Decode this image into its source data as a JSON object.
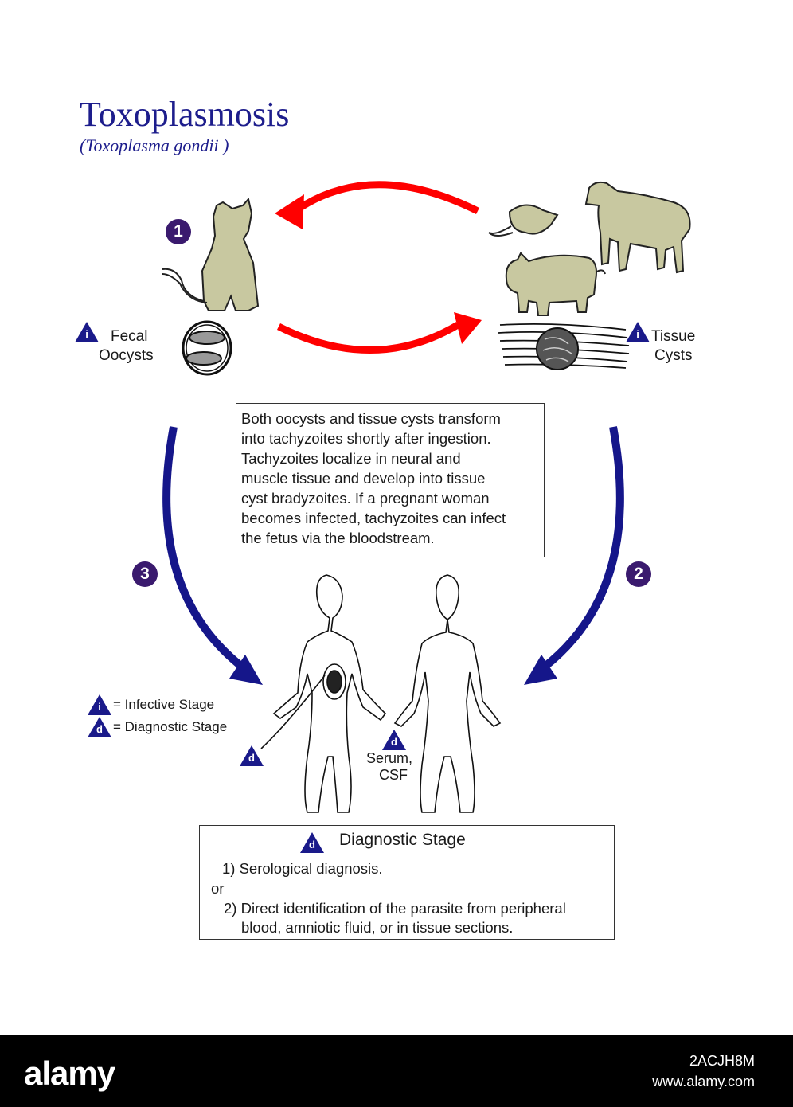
{
  "title": "Toxoplasmosis",
  "subtitle": "(Toxoplasma gondii )",
  "stages": {
    "one": "1",
    "two": "2",
    "three": "3"
  },
  "symbols": {
    "infective": "i",
    "diagnostic": "d"
  },
  "labels": {
    "fecal_oocysts": [
      "Fecal",
      "Oocysts"
    ],
    "tissue_cysts": [
      "Tissue",
      "Cysts"
    ],
    "serum_csf": [
      "Serum,",
      "CSF"
    ]
  },
  "info_text": [
    "Both oocysts and tissue cysts transform",
    "into tachyzoites shortly after ingestion.",
    "Tachyzoites localize in neural and",
    "muscle tissue and develop into tissue",
    "cyst bradyzoites. If a pregnant woman",
    "becomes infected, tachyzoites can infect",
    "the fetus via the bloodstream."
  ],
  "legend": {
    "infective": "= Infective Stage",
    "diagnostic": "= Diagnostic Stage"
  },
  "diagnostic_box": {
    "title": "Diagnostic Stage",
    "item1": "1) Serological diagnosis.",
    "or": "or",
    "item2_line1": "2) Direct identification of the parasite from peripheral",
    "item2_line2": "blood, amniotic fluid, or in tissue sections."
  },
  "footer": {
    "logo": "alamy",
    "image_id": "2ACJH8M",
    "url": "www.alamy.com"
  },
  "colors": {
    "title": "#1d1d8c",
    "red_arrow": "#ff0000",
    "blue_arrow": "#15168a",
    "stage_circle": "#3a1a6e",
    "animal_fill": "#c8c8a0"
  }
}
